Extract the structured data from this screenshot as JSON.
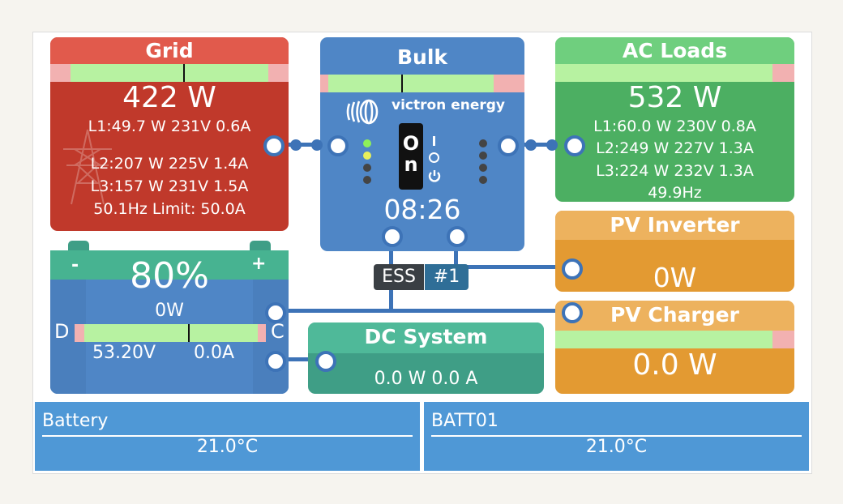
{
  "grid": {
    "title": "Grid",
    "power": "422 W",
    "l1": "L1:49.7 W 231V 0.6A",
    "l2": "L2:207 W 225V 1.4A",
    "l3": "L3:157 W 231V 1.5A",
    "freq_limit": "50.1Hz Limit: 50.0A"
  },
  "inverter": {
    "state": "Bulk",
    "brand": "victron energy",
    "switch_label": "On",
    "time": "08:26"
  },
  "ac_loads": {
    "title": "AC Loads",
    "power": "532 W",
    "l1": "L1:60.0 W 230V 0.8A",
    "l2": "L2:249 W 227V 1.3A",
    "l3": "L3:224 W 232V 1.3A",
    "freq": "49.9Hz"
  },
  "battery": {
    "minus": "-",
    "plus": "+",
    "soc": "80%",
    "power": "0W",
    "d_label": "D",
    "c_label": "C",
    "voltage": "53.20V",
    "current": "0.0A"
  },
  "ess": {
    "label": "ESS",
    "number": "#1"
  },
  "dc_system": {
    "title": "DC System",
    "value": "0.0 W 0.0 A"
  },
  "pv_inverter": {
    "title": "PV Inverter",
    "value": "0W"
  },
  "pv_charger": {
    "title": "PV Charger",
    "value": "0.0 W"
  },
  "temps": [
    {
      "name": "Battery",
      "value": "21.0°C"
    },
    {
      "name": "BATT01",
      "value": "21.0°C"
    }
  ],
  "colors": {
    "grid": "#c0392b",
    "grid_header": "#e15a4c",
    "inverter": "#4f86c6",
    "ac_loads": "#4caf62",
    "battery": "#4f86c6",
    "battery_header": "#47b391",
    "dc_system": "#3f9e86",
    "pv": "#e39a32",
    "temp": "#4f98d6"
  }
}
